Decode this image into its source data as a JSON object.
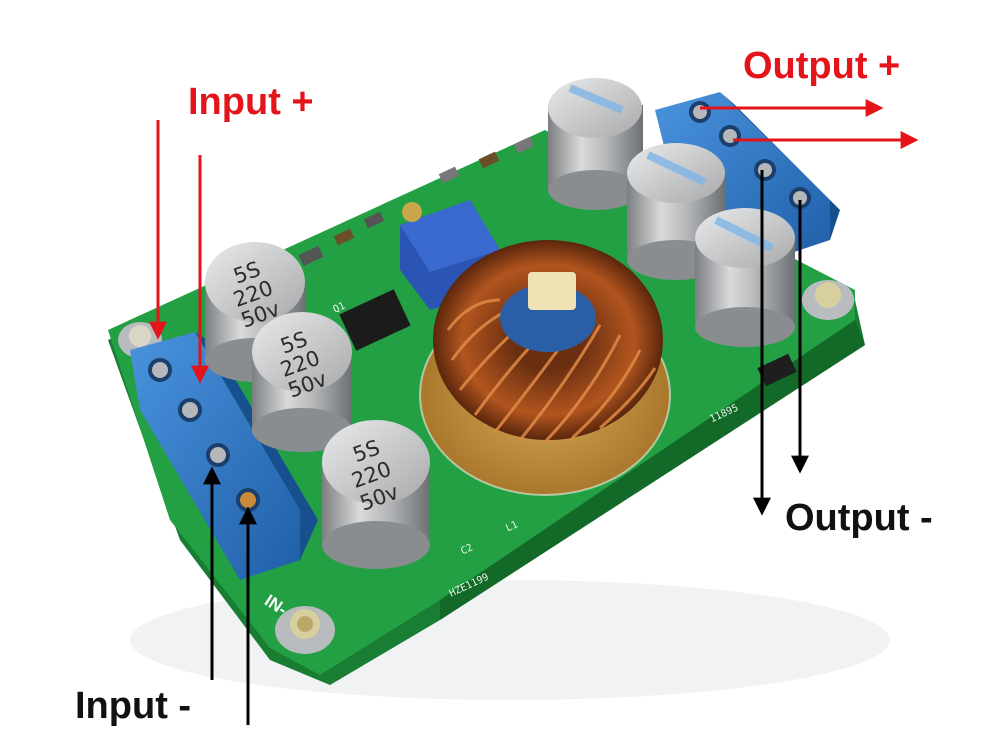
{
  "labels": {
    "input_plus": "Input +",
    "input_minus": "Input -",
    "output_plus": "Output +",
    "output_minus": "Output -"
  },
  "capacitors": {
    "line1": "5S",
    "line2": "220",
    "line3": "50v"
  },
  "silkscreen": {
    "in_minus": "IN-",
    "l1": "L1",
    "c2": "C2",
    "q1": "Q1",
    "board_code": "11895",
    "board_code2": "HZE1199"
  },
  "colors": {
    "pcb": "#1f8f3a",
    "terminal": "#2f78c8",
    "arrow_red": "#e5141b",
    "arrow_black": "#000000",
    "label_red": "#e5141b",
    "label_black": "#111111"
  }
}
